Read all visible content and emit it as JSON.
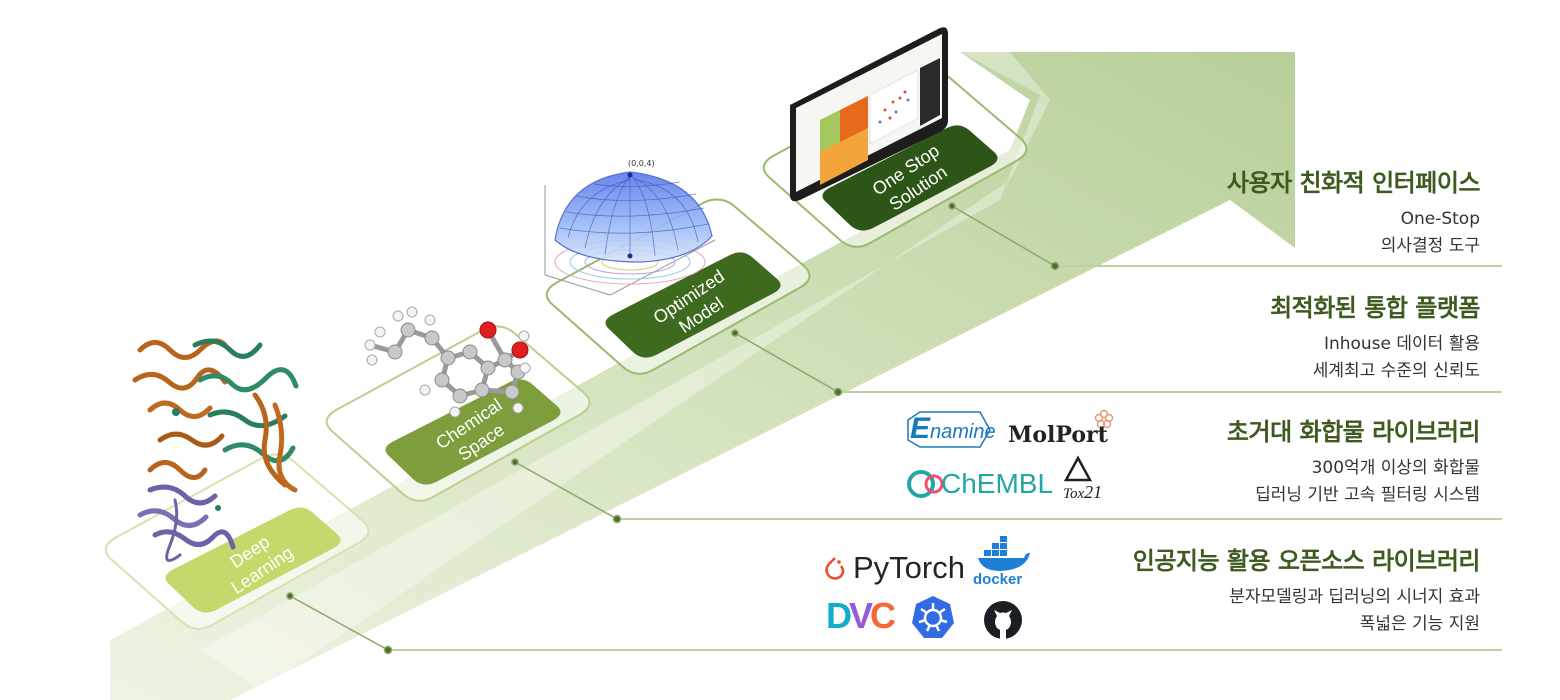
{
  "steps": [
    {
      "label": "Deep\nLearning",
      "color": "#c2d96b"
    },
    {
      "label": "Chemical\nSpace",
      "color": "#7e9d3c"
    },
    {
      "label": "Optimized\nModel",
      "color": "#3d6a1e"
    },
    {
      "label": "One Stop\nSolution",
      "color": "#2e5518"
    }
  ],
  "surface_plot": {
    "peak_label": "(0,0,4)"
  },
  "sections": [
    {
      "title": "사용자 친화적 인터페이스",
      "lines": [
        "One-Stop",
        "의사결정 도구"
      ]
    },
    {
      "title": "최적화된 통합 플랫폼",
      "lines": [
        "Inhouse 데이터 활용",
        "세계최고 수준의 신뢰도"
      ]
    },
    {
      "title": "초거대 화합물 라이브러리",
      "lines": [
        "300억개 이상의 화합물",
        "딥러닝 기반 고속 필터링 시스템"
      ]
    },
    {
      "title": "인공지능 활용 오픈소스 라이브러리",
      "lines": [
        "분자모델링과 딥러닝의 시너지 효과",
        "폭넓은 기능 지원"
      ]
    }
  ],
  "logos": {
    "enamine": {
      "initial": "E",
      "rest": "namine"
    },
    "molport": "MolPort",
    "chembl": "ChEMBL",
    "tox21": {
      "prefix": "Tox",
      "suffix": "21"
    },
    "pytorch": "PyTorch",
    "docker": "docker",
    "dvc": {
      "d": "D",
      "v": "V",
      "c": "C"
    }
  },
  "colors": {
    "title_green": "#3e5a1e",
    "arrow_light": "#dfe9cf",
    "arrow_dark": "#b7cd98",
    "connector": "#7a9a55"
  },
  "icons": [
    "protein-structure-icon",
    "molecule-icon",
    "surface-plot-icon",
    "dashboard-screenshot-icon",
    "pytorch-flame-icon",
    "docker-whale-icon",
    "kubernetes-icon",
    "github-icon"
  ]
}
